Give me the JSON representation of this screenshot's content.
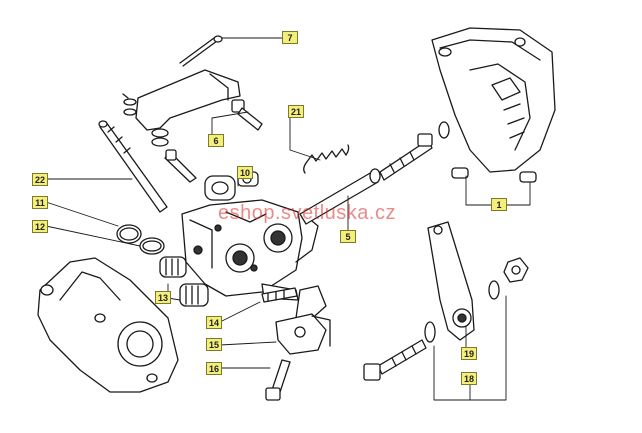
{
  "watermark": "eshop.svetluska.cz",
  "callouts": {
    "c7": "7",
    "c21": "21",
    "c6": "6",
    "c10": "10",
    "c22": "22",
    "c5": "5",
    "c1": "1",
    "c11": "11",
    "c12": "12",
    "c13": "13",
    "c14": "14",
    "c15": "15",
    "c16": "16",
    "c19": "19",
    "c18": "18"
  },
  "colors": {
    "callout_fill": "#f4ee7a",
    "line": "#1a1a1a",
    "watermark": "#dc2828"
  }
}
